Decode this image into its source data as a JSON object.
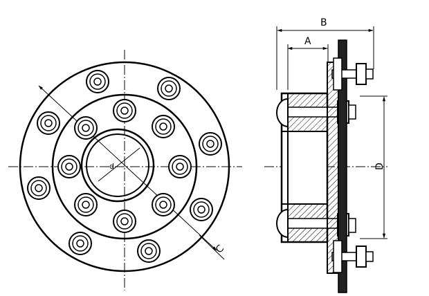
{
  "drawing": {
    "labels": {
      "a": "A",
      "b": "B",
      "c": "C",
      "d": "D",
      "d_small": "d"
    }
  }
}
